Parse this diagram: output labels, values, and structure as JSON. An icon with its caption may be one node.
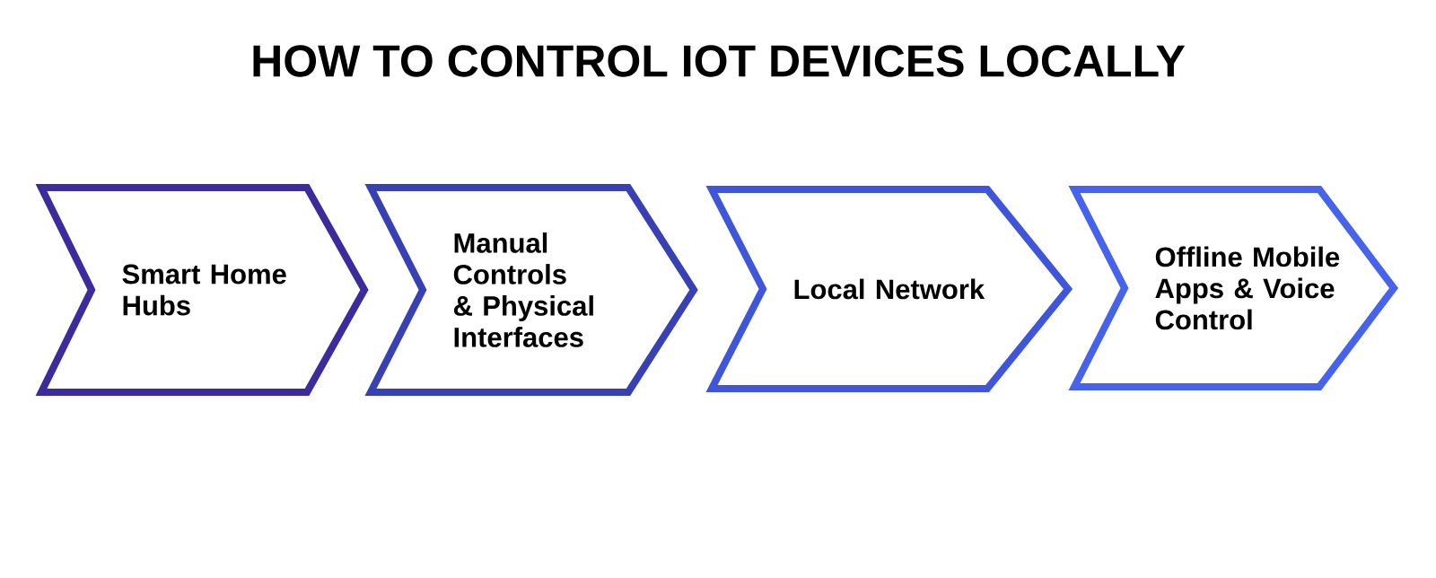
{
  "diagram": {
    "title": "HOW TO CONTROL IOT DEVICES LOCALLY",
    "nodes": [
      {
        "text": [
          "Smart Home Hubs"
        ]
      },
      {
        "text": [
          "Manual Controls & Physical Interfaces"
        ]
      },
      {
        "text": [
          "Local Network"
        ]
      },
      {
        "text": [
          "Offline Mobile Apps & Voice Control"
        ]
      }
    ]
  }
}
